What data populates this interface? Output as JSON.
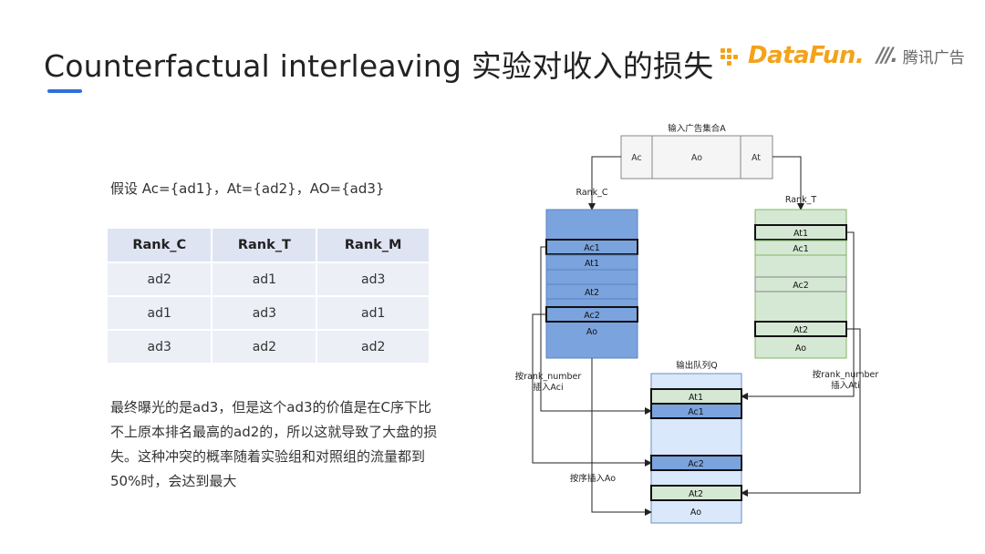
{
  "title": "Counterfactual interleaving 实验对收入的损失",
  "logo": {
    "brand": "DataFun.",
    "partner_mark": "///.",
    "partner": "腾讯广告"
  },
  "assumption": "假设 Ac={ad1}，At={ad2}，AO={ad3}",
  "table": {
    "headers": [
      "Rank_C",
      "Rank_T",
      "Rank_M"
    ],
    "rows": [
      [
        "ad2",
        "ad1",
        "ad3"
      ],
      [
        "ad1",
        "ad3",
        "ad1"
      ],
      [
        "ad3",
        "ad2",
        "ad2"
      ]
    ]
  },
  "paragraph": "最终曝光的是ad3，但是这个ad3的价值是在C序下比不上原本排名最高的ad2的，所以这就导致了大盘的损失。这种冲突的概率随着实验组和对照组的流量都到50%时，会达到最大",
  "diagram": {
    "input_title": "输入广告集合A",
    "input_cells": [
      "Ac",
      "Ao",
      "At"
    ],
    "rank_c_label": "Rank_C",
    "rank_t_label": "Rank_T",
    "rank_c_items": [
      "Ac1",
      "At1",
      "At2",
      "Ac2",
      "Ao"
    ],
    "rank_t_items": [
      "At1",
      "Ac1",
      "Ac2",
      "At2",
      "Ao"
    ],
    "output_title": "输出队列Q",
    "output_items": [
      "At1",
      "Ac1",
      "Ac2",
      "At2",
      "Ao"
    ],
    "left_note_1": "按rank_number",
    "left_note_2": "插入Aci",
    "right_note_1": "按rank_number",
    "right_note_2": "插入Ati",
    "order_note": "按序插入Ao",
    "colors": {
      "blue": "#7ba3de",
      "green": "#d5e8d4",
      "light_blue": "#dae8fc",
      "gray": "#f5f5f5"
    }
  }
}
